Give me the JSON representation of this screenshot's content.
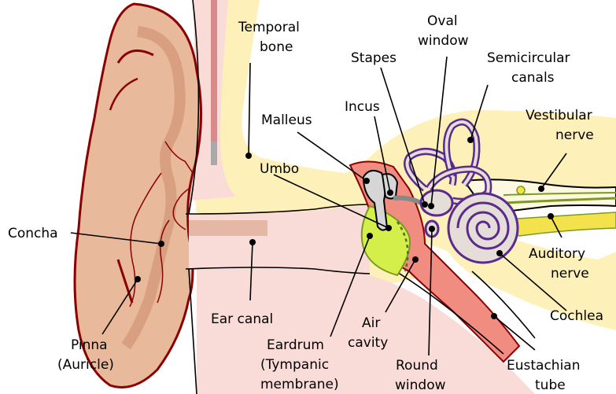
{
  "labels": {
    "temporal_bone": [
      "Temporal",
      "bone"
    ],
    "oval_window": [
      "Oval",
      "window"
    ],
    "stapes": "Stapes",
    "semicircular_canals": [
      "Semicircular",
      "canals"
    ],
    "malleus": "Malleus",
    "incus": "Incus",
    "vestibular_nerve": [
      "Vestibular",
      "nerve"
    ],
    "umbo": "Umbo",
    "concha": "Concha",
    "auditory_nerve": [
      "Auditory",
      "nerve"
    ],
    "ear_canal": "Ear canal",
    "cochlea": "Cochlea",
    "air_cavity": [
      "Air",
      "cavity"
    ],
    "pinna": [
      "Pinna",
      "(Auricle)"
    ],
    "eardrum": [
      "Eardrum",
      "(Tympanic",
      "membrane)"
    ],
    "round_window": [
      "Round",
      "window"
    ],
    "eustachian_tube": [
      "Eustachian",
      "tube"
    ]
  },
  "colors": {
    "bone": "#fdf0b8",
    "skin": "#e8b99a",
    "skin_dark": "#d39a7a",
    "canal": "#f9dcd8",
    "outline": "#8b0000",
    "tympanic_cavity": "#f08c80",
    "eardrum": "#d4ef4a",
    "labyrinth": "#5a2b8c",
    "cochlea_fill": "#e4ddd8",
    "nerve_yellow": "#f3e24b",
    "nerve_green": "#7a9a22"
  }
}
